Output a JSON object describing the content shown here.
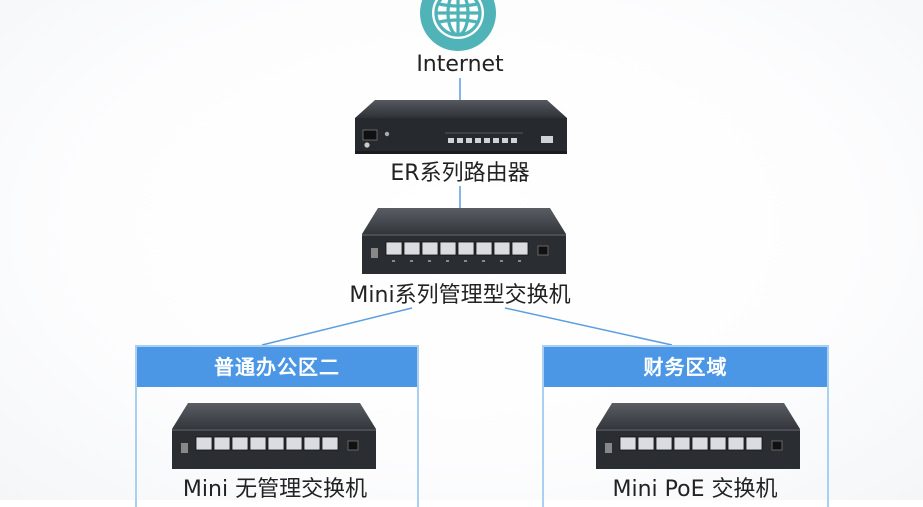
{
  "nodes": {
    "internet": {
      "label": "Internet",
      "icon": "globe-icon"
    },
    "router": {
      "label": "ER系列路由器"
    },
    "managed_switch": {
      "label": "Mini系列管理型交换机"
    },
    "unmanaged_switch": {
      "label": "Mini 无管理交换机"
    },
    "poe_switch": {
      "label": "Mini PoE 交换机"
    }
  },
  "zones": {
    "office": {
      "title": "普通办公区二"
    },
    "finance": {
      "title": "财务区域"
    }
  },
  "colors": {
    "zone_header": "#4b97e6",
    "zone_border": "#a9cff1",
    "link": "#5b9de0",
    "globe": "#4fb3b8",
    "device_body": "#3a3e44"
  }
}
